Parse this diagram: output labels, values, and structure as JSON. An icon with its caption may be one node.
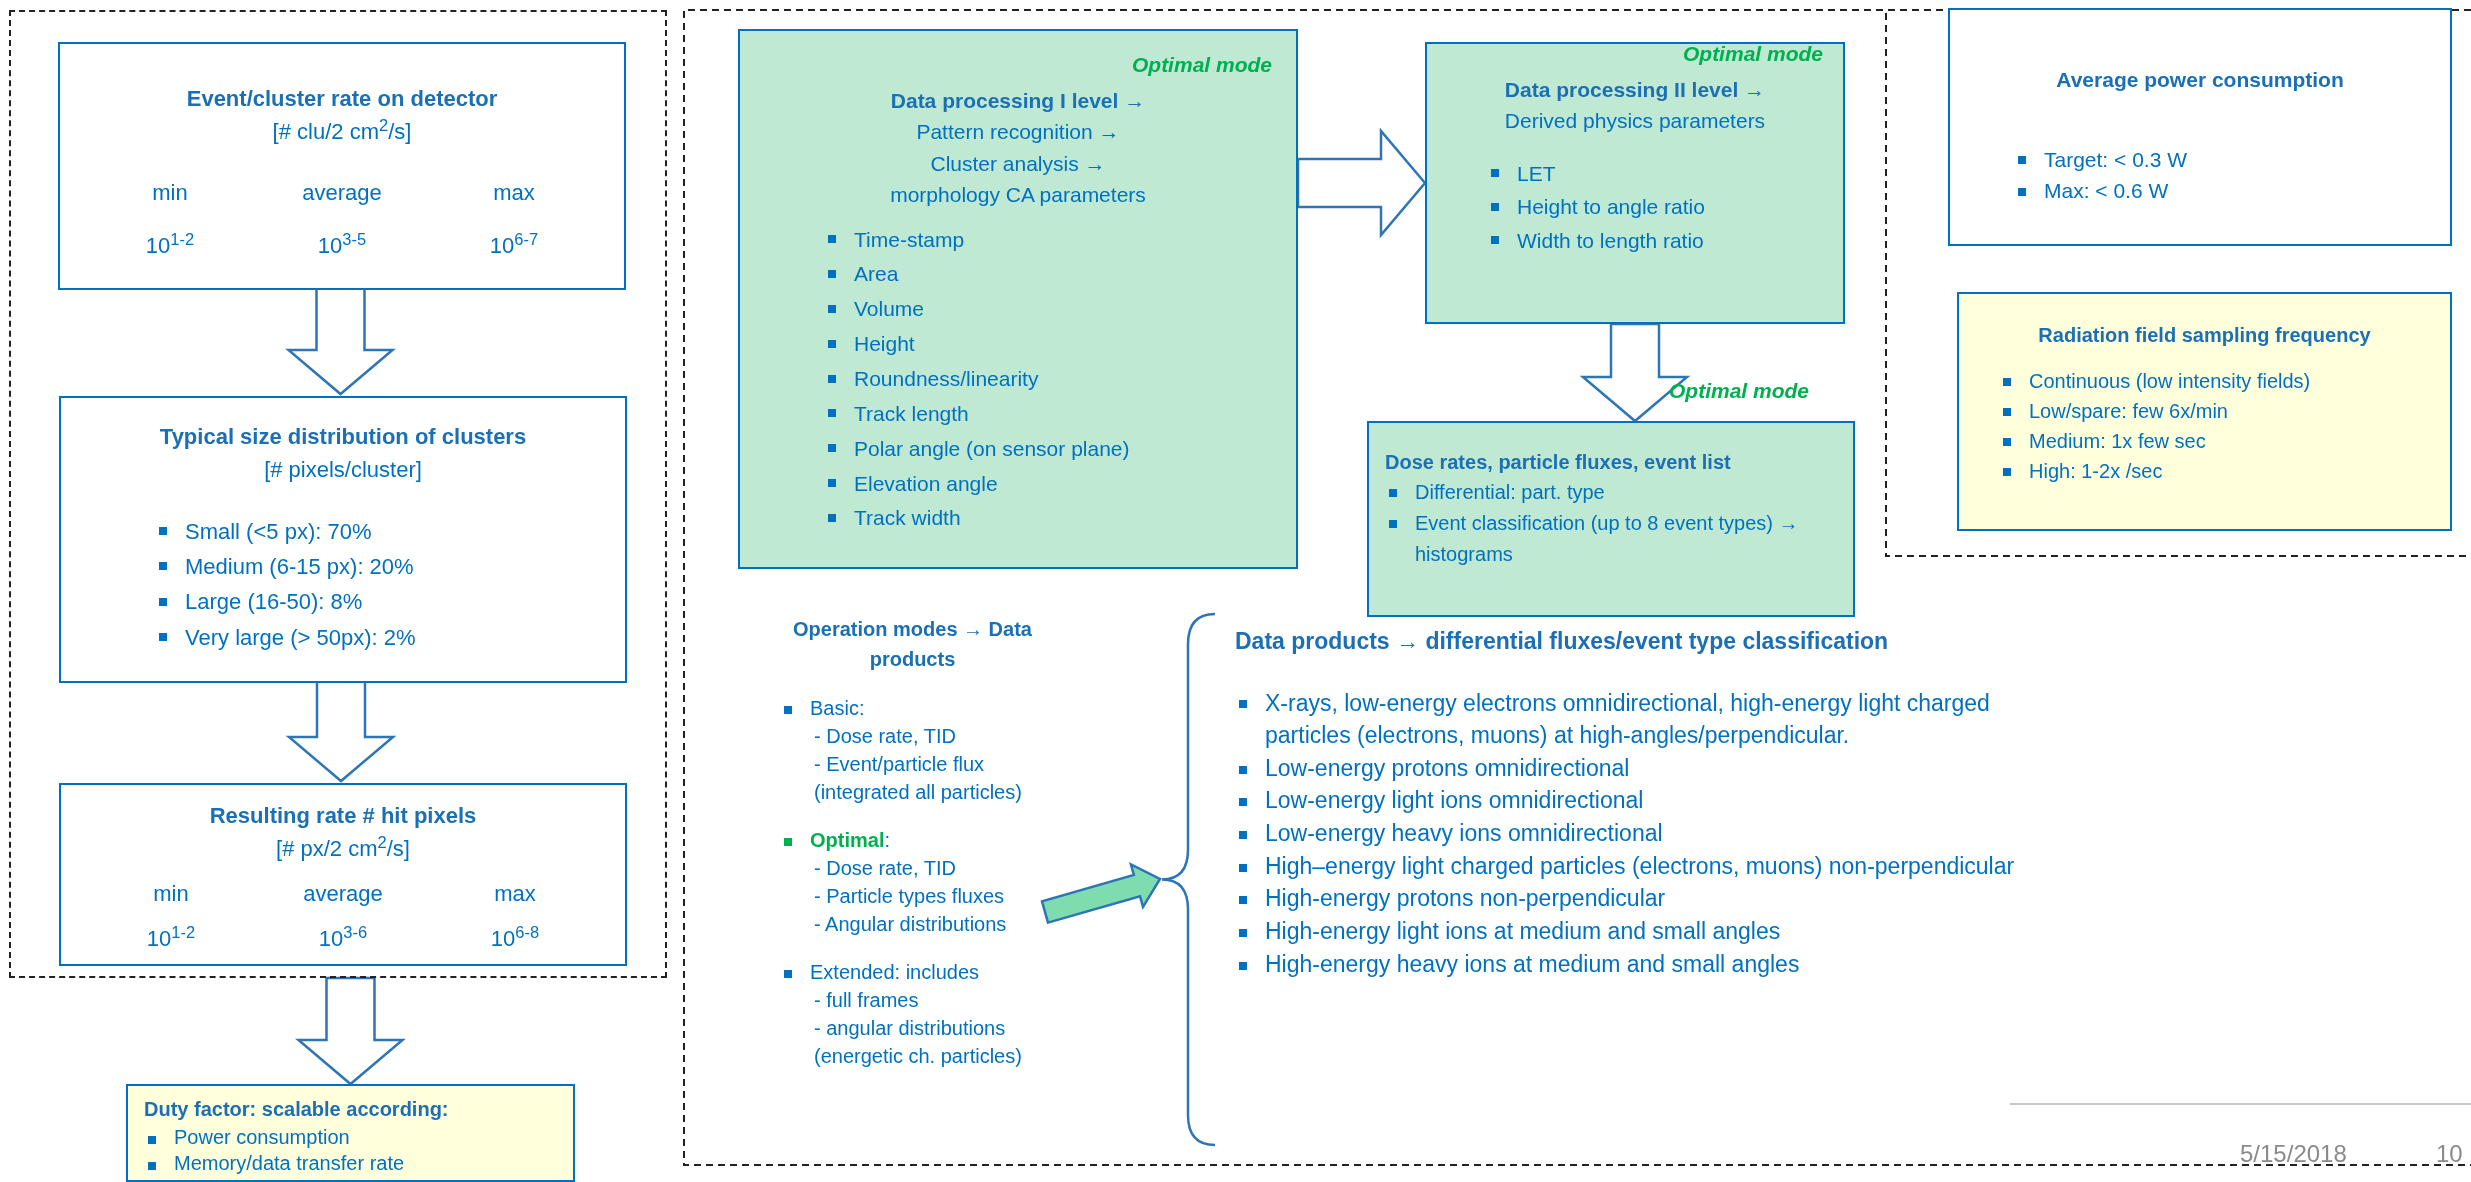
{
  "diagram": {
    "nodes": [
      {
        "text": [],
        "shape": "box"
      },
      {
        "text": [
          "Event/cluster rate on detector",
          "[# clu/2 cm$^{2}$/s]",
          "min",
          "average",
          "max",
          "10$^{1-2}$",
          "10$^{3-5}$",
          "10$^{6-7}$"
        ],
        "in": 0
      },
      {
        "text": [
          "Typical size distribution of clusters",
          "[# pixels/cluster]",
          "Small (<5 px): 70%",
          "Medium (6-15 px): 20%",
          "Large (16-50): 8%",
          "Very large (> 50px): 2%"
        ],
        "in": 0
      },
      {
        "text": [
          "Resulting rate # hit pixels",
          "[# px/2 cm$^{2}$/s]",
          "min",
          "average",
          "max",
          "10$^{1-2}$",
          "10$^{3-6}$",
          "10$^{6-8}$"
        ],
        "in": 0
      },
      {
        "text": [
          "Duty factor: scalable according:",
          "Power consumption",
          "Memory/data transfer rate"
        ]
      },
      {
        "text": [],
        "shape": "box"
      },
      {
        "text": [
          "Optimal mode",
          "Data processing I level →",
          "Pattern recognition →",
          "Cluster analysis →",
          "morphology CA parameters",
          "Time-stamp",
          "Area",
          "Volume",
          "Height",
          "Roundness/linearity",
          "Track length",
          "Polar angle (on sensor plane)",
          "Elevation angle",
          "Track width"
        ],
        "in": 5
      },
      {
        "text": [
          "Optimal mode",
          "Data processing II level →",
          "Derived physics parameters",
          "LET",
          "Height to angle ratio",
          "Width to length ratio"
        ],
        "in": 5
      },
      {
        "text": [
          "Dose rates, particle fluxes, event list",
          "Differential: part. type",
          "Event classification (up to 8 event types) → histograms"
        ],
        "in": 5,
        "beside": [
          "Optimal mode"
        ]
      },
      {
        "text": [
          "Operation modes → Data products",
          "Basic:",
          "- Dose rate, TID",
          "- Event/particle flux (integrated all particles)",
          "**Optimal**:",
          "- Dose rate, TID",
          "- Particle types fluxes",
          "- Angular distributions",
          "Extended: includes",
          "- full frames",
          "- angular distributions (energetic ch. particles)"
        ],
        "in": 5
      },
      {
        "text": [
          "Data products → differential fluxes/event type classification",
          "X-rays, low-energy electrons omnidirectional, high-energy light charged particles (electrons, muons) at high-angles/perpendicular.",
          "Low-energy protons omnidirectional",
          "Low-energy light ions omnidirectional",
          "Low-energy heavy ions omnidirectional",
          "High–energy light charged particles (electrons, muons) non-perpendicular",
          "High-energy protons non-perpendicular",
          "High-energy light ions at medium and small angles",
          "High-energy heavy ions at medium and small angles"
        ],
        "in": 5
      },
      {
        "text": [],
        "shape": "box",
        "in": 5
      },
      {
        "text": [
          "Average power consumption",
          "Target: < 0.3 W",
          "Max: < 0.6 W"
        ],
        "in": 11
      },
      {
        "text": [
          "Radiation field sampling frequency",
          "Continuous (low intensity fields)",
          "Low/spare: few 6x/min",
          "Medium: 1x few sec",
          "High: 1-2x /sec"
        ],
        "in": 11
      }
    ],
    "edges": [
      {
        "from": 1,
        "to": 2,
        "arrow": "to"
      },
      {
        "from": 2,
        "to": 3,
        "arrow": "to"
      },
      {
        "from": 0,
        "to": 4,
        "arrow": "to"
      },
      {
        "from": 6,
        "to": 7,
        "arrow": "to"
      },
      {
        "from": 7,
        "to": 8,
        "arrow": "to"
      },
      {
        "from": 9,
        "to": 10,
        "arrow": "to",
        "color": "#7fdcae"
      }
    ],
    "labels": [
      "5/15/2018",
      "10"
    ]
  }
}
